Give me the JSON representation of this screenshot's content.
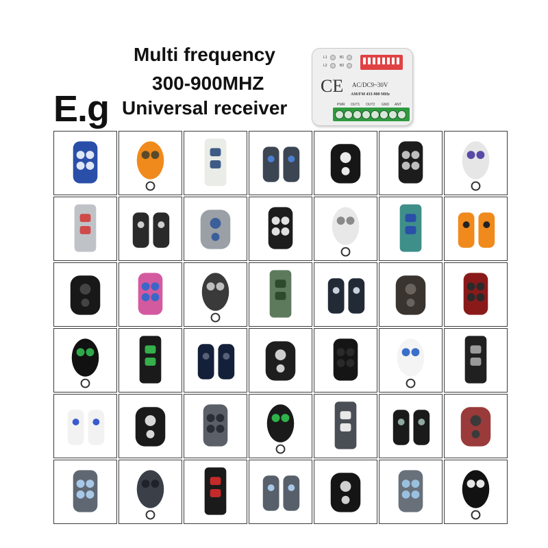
{
  "heading": {
    "eg": "E.g",
    "line1": "Multi frequency",
    "line2": "300-900MHZ",
    "line3": "Universal receiver"
  },
  "receiver": {
    "mark": "CE",
    "voltage": "AC/DC9~30V",
    "freq": "AM/FM 433-900 MHz",
    "led_labels": [
      "L1",
      "L2",
      "B1",
      "B2"
    ],
    "terminals": [
      "PWR",
      "OUT1",
      "OUT2",
      "GND",
      "ANT"
    ]
  },
  "colors": {
    "grid_border": "#3a3a3a",
    "receiver_green": "#2f9a3f",
    "dip_red": "#e04244"
  },
  "remotes": [
    "blue-4-button-remote",
    "orange-2-button-remote",
    "white-blue-1-button-remote",
    "gray-blue-slider-remote",
    "black-2-button-remote",
    "black-4-button-round-remote",
    "white-purple-remote",
    "gray-3-button-remote",
    "twin-gray-remotes",
    "multi-remotes",
    "black-4-button-oval-remote",
    "white-slider-remote",
    "teal-multi-remotes",
    "orange-4-button-remote",
    "black-2-button-square-remote",
    "pink-blue-remotes",
    "twin-gray-4-button-remotes",
    "green-transparent-remote",
    "twin-black-slider-remotes",
    "dark-gray-4-button-remote",
    "heart-remotes",
    "black-green-3-button-remote",
    "green-2-button-ring-remote",
    "dark-blue-2-button-remote",
    "gray-black-slider-remote",
    "black-flat-remote",
    "twin-white-blue-remotes",
    "black-chrome-remote",
    "white-blue-ring-remote",
    "black-ring-slider-remote",
    "gray-2-button-remote",
    "green-4-button-ring-remote",
    "gray-round-4-button-remote",
    "black-gray-remotes",
    "multi-colored-remotes",
    "gray-blue-4-button-remote",
    "dark-3-button-remote",
    "black-red-stick-remote",
    "gray-blue-square-remote",
    "black-key-remote",
    "gray-blue-slim-remote",
    "black-4-button-key-remote"
  ]
}
